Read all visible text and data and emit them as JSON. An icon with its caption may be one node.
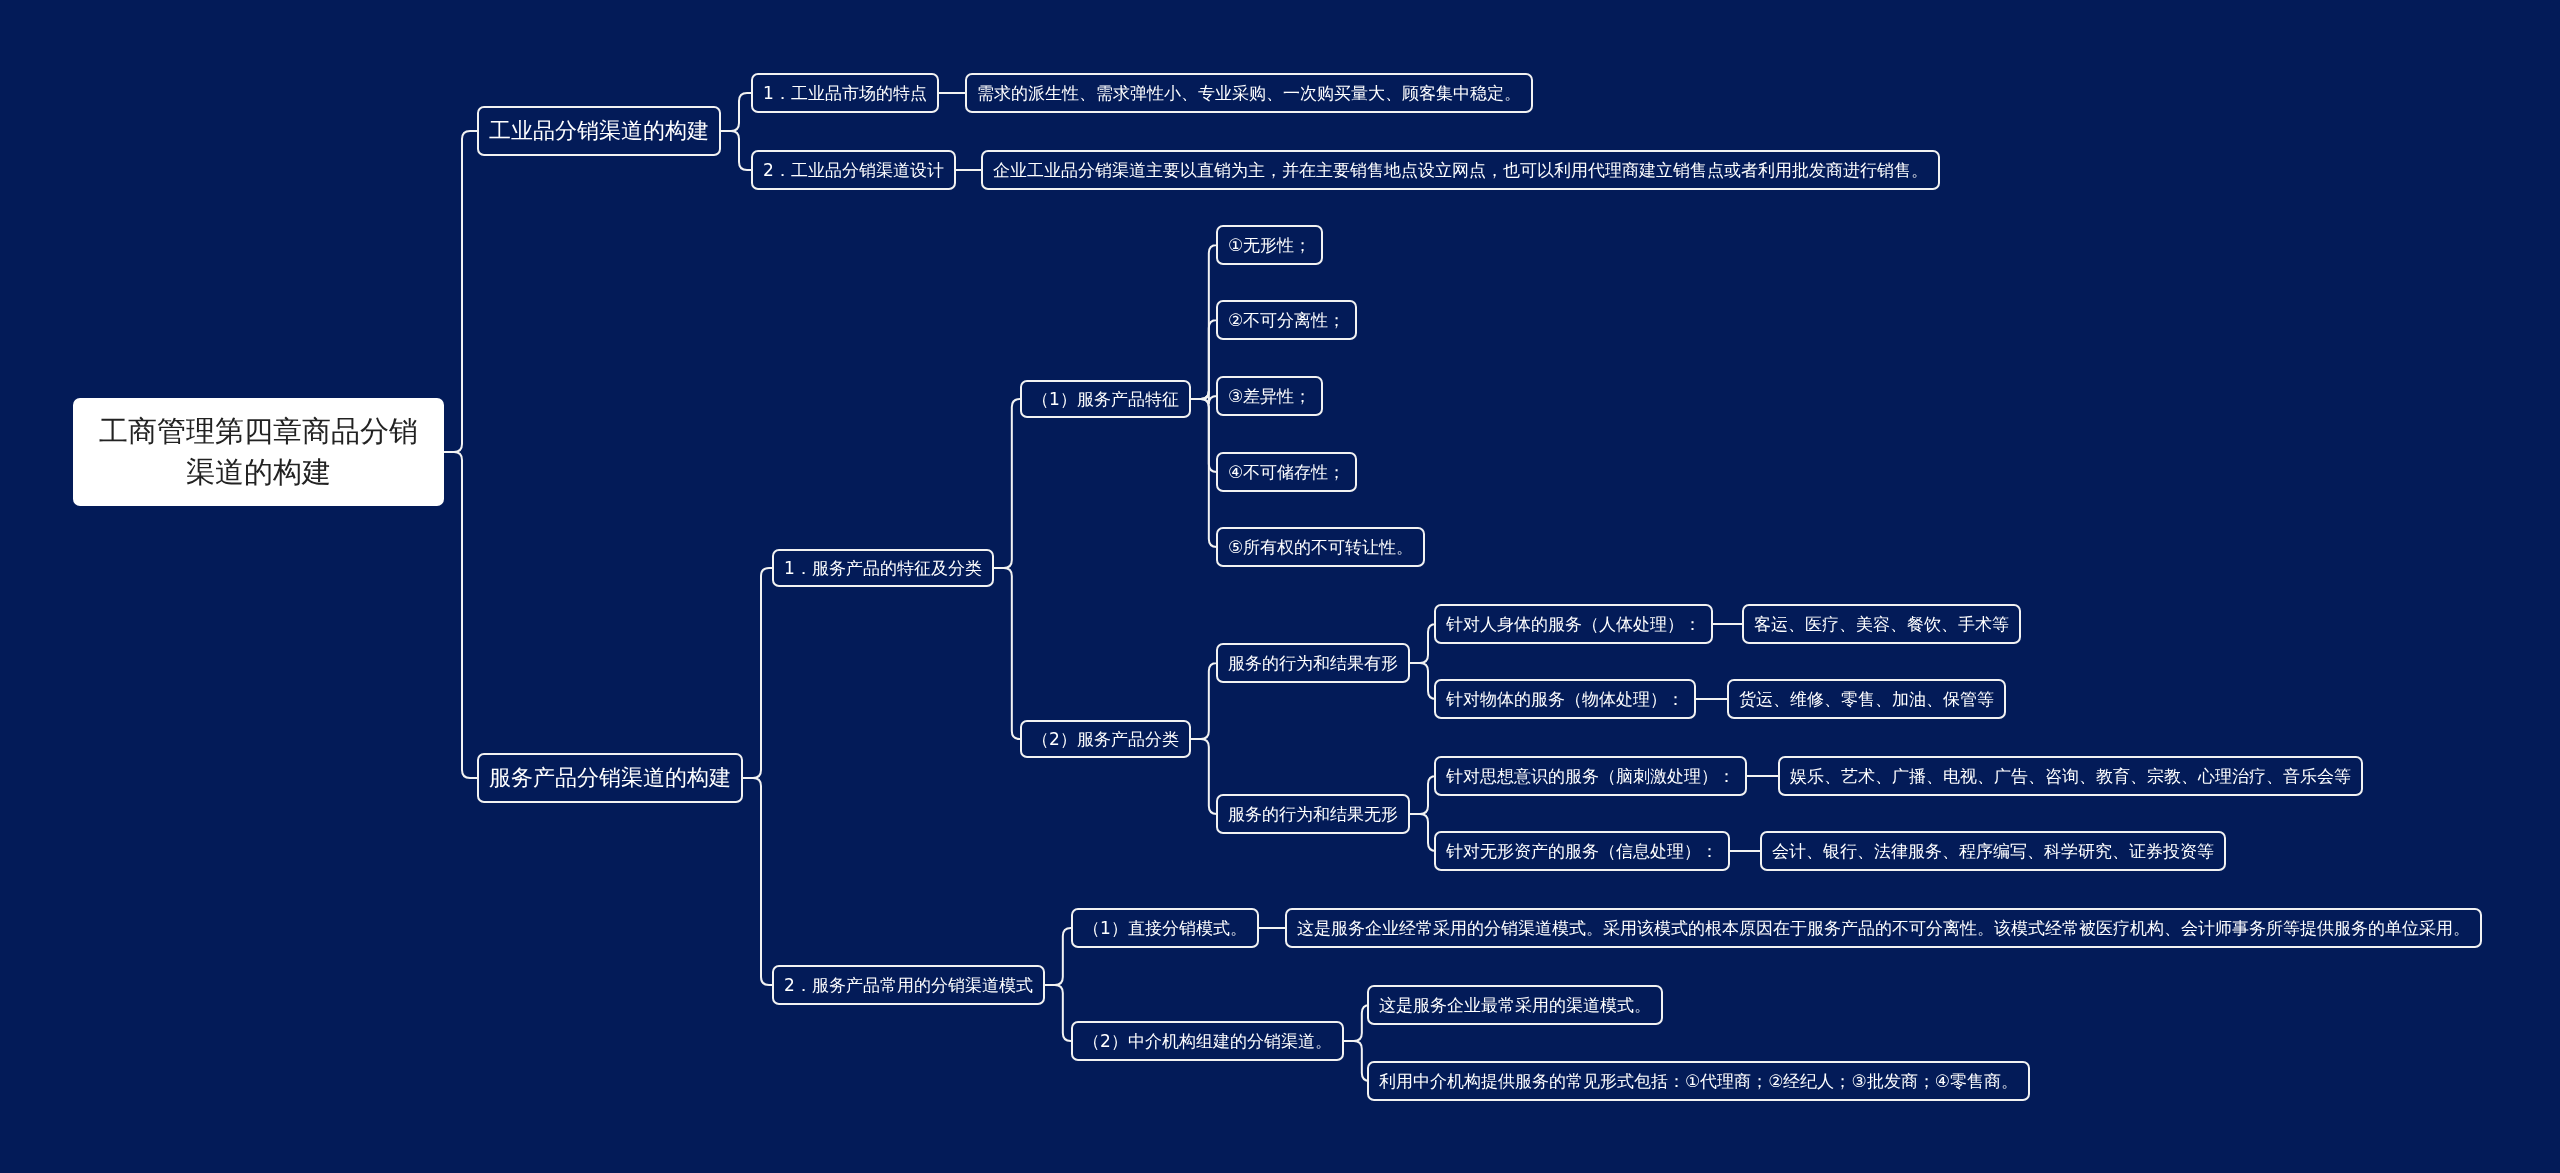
{
  "diagram": {
    "nodes": [
      {
        "text": [
          "工商管理第四章商品分销渠道的构建"
        ]
      },
      {
        "text": [
          "工业品分销渠道的构建"
        ]
      },
      {
        "text": [
          "1．工业品市场的特点"
        ]
      },
      {
        "text": [
          "需求的派生性、需求弹性小、专业采购、一次购买量大、顾客集中稳定。"
        ]
      },
      {
        "text": [
          "2．工业品分销渠道设计"
        ]
      },
      {
        "text": [
          "企业工业品分销渠道主要以直销为主，并在主要销售地点设立网点，也可以利用代理商建立销售点或者利用批发商进行销售。"
        ]
      },
      {
        "text": [
          "服务产品分销渠道的构建"
        ]
      },
      {
        "text": [
          "1．服务产品的特征及分类"
        ]
      },
      {
        "text": [
          "（1）服务产品特征"
        ]
      },
      {
        "text": [
          "①无形性；"
        ]
      },
      {
        "text": [
          "②不可分离性；"
        ]
      },
      {
        "text": [
          "③差异性；"
        ]
      },
      {
        "text": [
          "④不可储存性；"
        ]
      },
      {
        "text": [
          "⑤所有权的不可转让性。"
        ]
      },
      {
        "text": [
          "（2）服务产品分类"
        ]
      },
      {
        "text": [
          "服务的行为和结果有形"
        ]
      },
      {
        "text": [
          "针对人身体的服务（人体处理）："
        ]
      },
      {
        "text": [
          "客运、医疗、美容、餐饮、手术等"
        ]
      },
      {
        "text": [
          "针对物体的服务（物体处理）："
        ]
      },
      {
        "text": [
          "货运、维修、零售、加油、保管等"
        ]
      },
      {
        "text": [
          "服务的行为和结果无形"
        ]
      },
      {
        "text": [
          "针对思想意识的服务（脑刺激处理）："
        ]
      },
      {
        "text": [
          "娱乐、艺术、广播、电视、广告、咨询、教育、宗教、心理治疗、音乐会等"
        ]
      },
      {
        "text": [
          "针对无形资产的服务（信息处理）："
        ]
      },
      {
        "text": [
          "会计、银行、法律服务、程序编写、科学研究、证券投资等"
        ]
      },
      {
        "text": [
          "2．服务产品常用的分销渠道模式"
        ]
      },
      {
        "text": [
          "（1）直接分销模式。"
        ]
      },
      {
        "text": [
          "这是服务企业经常采用的分销渠道模式。采用该模式的根本原因在于服务产品的不可分离性。该模式经常被医疗机构、会计师事务所等提供服务的单位采用。"
        ]
      },
      {
        "text": [
          "（2）中介机构组建的分销渠道。"
        ]
      },
      {
        "text": [
          "这是服务企业最常采用的渠道模式。"
        ]
      },
      {
        "text": [
          "利用中介机构提供服务的常见形式包括：①代理商；②经纪人；③批发商；④零售商。"
        ]
      }
    ],
    "edges": [
      {
        "from": 0,
        "to": 1,
        "arrow": "none"
      },
      {
        "from": 1,
        "to": 2,
        "arrow": "none"
      },
      {
        "from": 2,
        "to": 3,
        "arrow": "none"
      },
      {
        "from": 1,
        "to": 4,
        "arrow": "none"
      },
      {
        "from": 4,
        "to": 5,
        "arrow": "none"
      },
      {
        "from": 0,
        "to": 6,
        "arrow": "none"
      },
      {
        "from": 6,
        "to": 7,
        "arrow": "none"
      },
      {
        "from": 7,
        "to": 8,
        "arrow": "none"
      },
      {
        "from": 8,
        "to": 9,
        "arrow": "none"
      },
      {
        "from": 8,
        "to": 10,
        "arrow": "none"
      },
      {
        "from": 8,
        "to": 11,
        "arrow": "none"
      },
      {
        "from": 8,
        "to": 12,
        "arrow": "none"
      },
      {
        "from": 8,
        "to": 13,
        "arrow": "none"
      },
      {
        "from": 7,
        "to": 14,
        "arrow": "none"
      },
      {
        "from": 14,
        "to": 15,
        "arrow": "none"
      },
      {
        "from": 15,
        "to": 16,
        "arrow": "none"
      },
      {
        "from": 16,
        "to": 17,
        "arrow": "none"
      },
      {
        "from": 15,
        "to": 18,
        "arrow": "none"
      },
      {
        "from": 18,
        "to": 19,
        "arrow": "none"
      },
      {
        "from": 14,
        "to": 20,
        "arrow": "none"
      },
      {
        "from": 20,
        "to": 21,
        "arrow": "none"
      },
      {
        "from": 21,
        "to": 22,
        "arrow": "none"
      },
      {
        "from": 20,
        "to": 23,
        "arrow": "none"
      },
      {
        "from": 23,
        "to": 24,
        "arrow": "none"
      },
      {
        "from": 6,
        "to": 25,
        "arrow": "none"
      },
      {
        "from": 25,
        "to": 26,
        "arrow": "none"
      },
      {
        "from": 26,
        "to": 27,
        "arrow": "none"
      },
      {
        "from": 25,
        "to": 28,
        "arrow": "none"
      },
      {
        "from": 28,
        "to": 29,
        "arrow": "none"
      },
      {
        "from": 28,
        "to": 30,
        "arrow": "none"
      }
    ]
  }
}
